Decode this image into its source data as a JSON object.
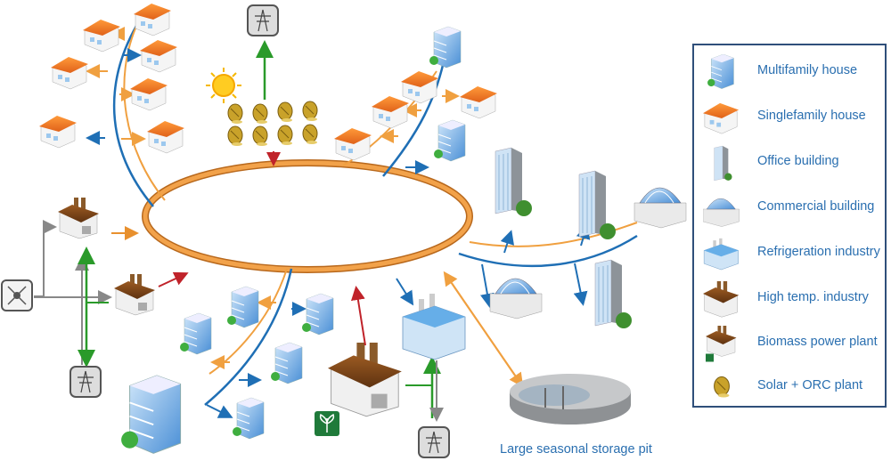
{
  "title": "District heating network with prosumers",
  "colors": {
    "ring": "#e8902e",
    "supply_line": "#1f6fb5",
    "return_line": "#f0a040",
    "electricity": "#2a9a2a",
    "gas": "#888888",
    "heat_feed": "#c0232a",
    "legend_border": "#2f4f7a",
    "legend_text": "#2a6fb0"
  },
  "legend": {
    "items": [
      {
        "icon": "multifamily-house-icon",
        "label": "Multifamily house"
      },
      {
        "icon": "singlefamily-house-icon",
        "label": "Singlefamily house"
      },
      {
        "icon": "office-building-icon",
        "label": "Office building"
      },
      {
        "icon": "commercial-building-icon",
        "label": "Commercial building"
      },
      {
        "icon": "refrigeration-industry-icon",
        "label": "Refrigeration industry"
      },
      {
        "icon": "high-temp-industry-icon",
        "label": "High temp. industry"
      },
      {
        "icon": "biomass-power-plant-icon",
        "label": "Biomass power plant"
      },
      {
        "icon": "solar-orc-plant-icon",
        "label": "Solar + ORC plant"
      }
    ]
  },
  "labels": {
    "storage": "Large seasonal storage pit"
  },
  "nodes": {
    "gas_source": "methane-icon",
    "power_grid": "power-pylon-icon"
  }
}
